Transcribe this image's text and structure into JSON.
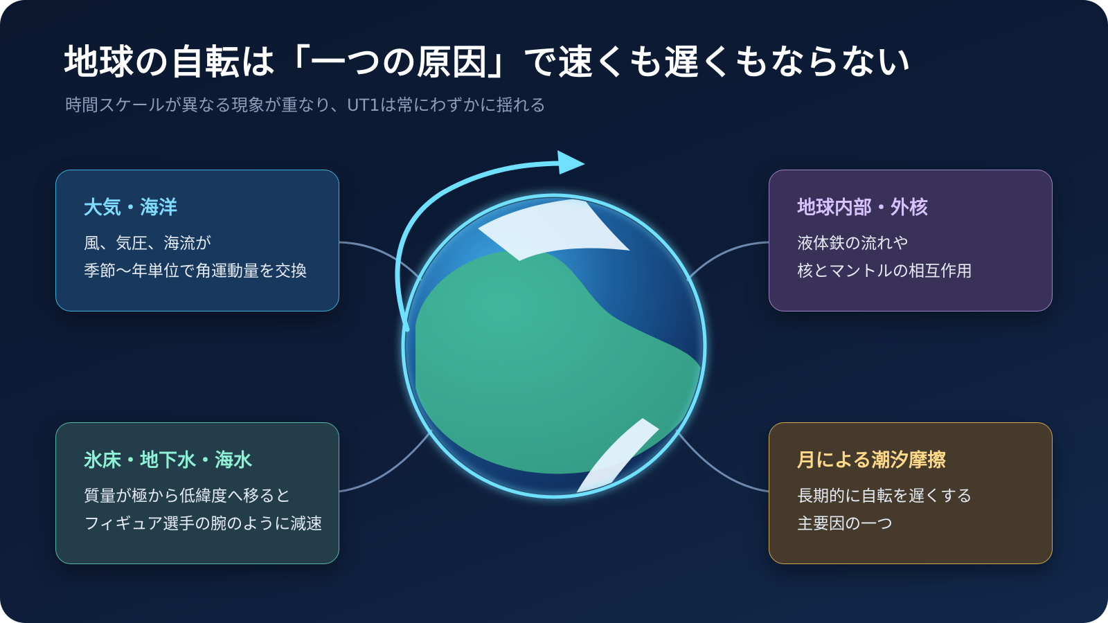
{
  "title": "地球の自転は「一つの原因」で速くも遅くもならない",
  "subtitle": "時間スケールが異なる現象が重なり、UT1は常にわずかに揺れる",
  "colors": {
    "background": "#0d1c37",
    "globe_ring": "#6fe0ff",
    "ocean": "#1f6fb0",
    "land": "#3aa58e",
    "connector": "#7f9cc4"
  },
  "cards": [
    {
      "id": "atmosphere",
      "title": "大気・海洋",
      "lines": [
        "風、気圧、海流が",
        "季節〜年単位で角運動量を交換"
      ],
      "accent": "#7fdcff"
    },
    {
      "id": "core",
      "title": "地球内部・外核",
      "lines": [
        "液体鉄の流れや",
        "核とマントルの相互作用"
      ],
      "accent": "#d6c2ff"
    },
    {
      "id": "ice",
      "title": "氷床・地下水・海水",
      "lines": [
        "質量が極から低緯度へ移ると",
        "フィギュア選手の腕のように減速"
      ],
      "accent": "#8ef0d4"
    },
    {
      "id": "moon",
      "title": "月による潮汐摩擦",
      "lines": [
        "長期的に自転を遅くする",
        "主要因の一つ"
      ],
      "accent": "#ffd98a"
    }
  ]
}
